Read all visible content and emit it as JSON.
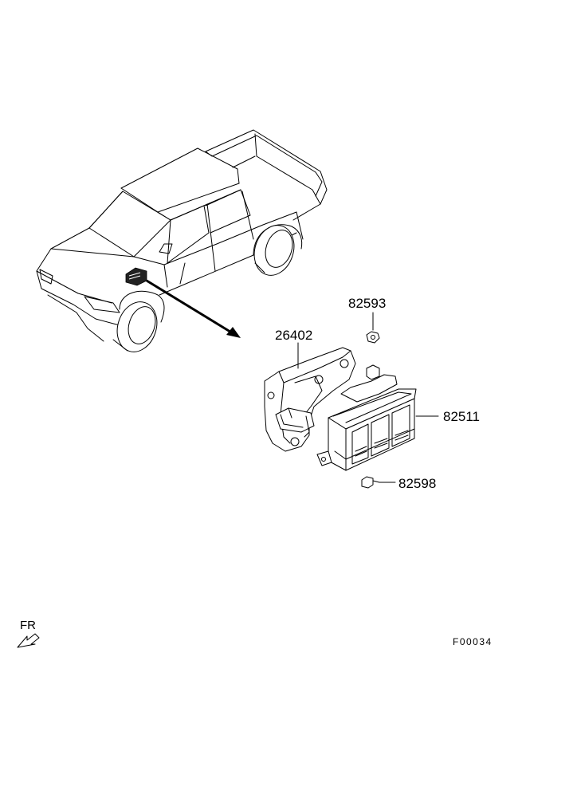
{
  "parts": {
    "label_82593": "82593",
    "label_26402": "26402",
    "label_82511": "82511",
    "label_82598": "82598"
  },
  "orientation": {
    "label": "FR",
    "icon": "front-direction-arrow-icon"
  },
  "figure_code": "F00034"
}
